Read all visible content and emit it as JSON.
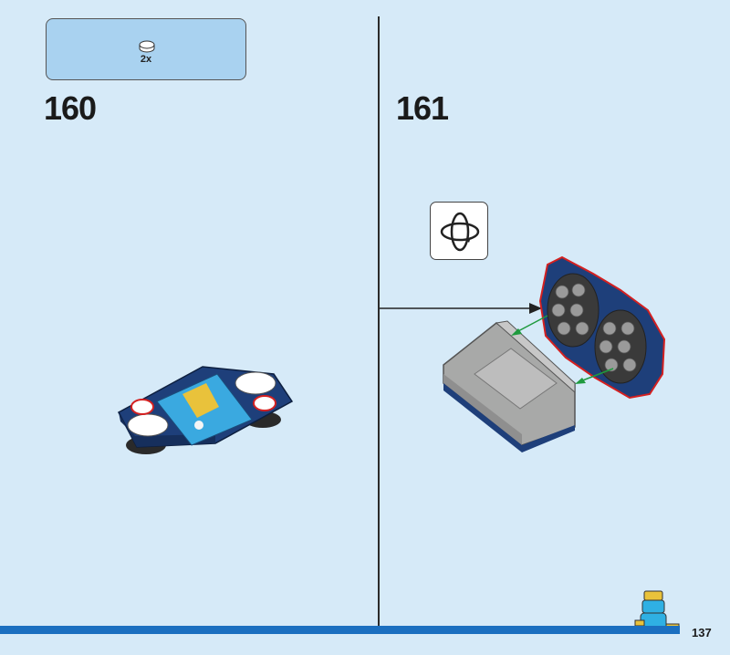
{
  "parts_list": {
    "quantity": "2x",
    "part_icon": "round-plate-1x1-white"
  },
  "steps": [
    {
      "number": "160"
    },
    {
      "number": "161"
    }
  ],
  "rotate_icon": "rotate-model-icon",
  "page": {
    "number": "137"
  },
  "colors": {
    "background": "#d6eaf8",
    "parts_box": "#a9d2f0",
    "bar": "#1b6fc0",
    "brick_dark_blue": "#1e3f7a",
    "brick_light_bluish_gray": "#a8a9a8",
    "brick_dark_gray": "#555555",
    "brick_white": "#ffffff",
    "callout_red": "#d42020",
    "arrow_green": "#1f9a3e"
  }
}
